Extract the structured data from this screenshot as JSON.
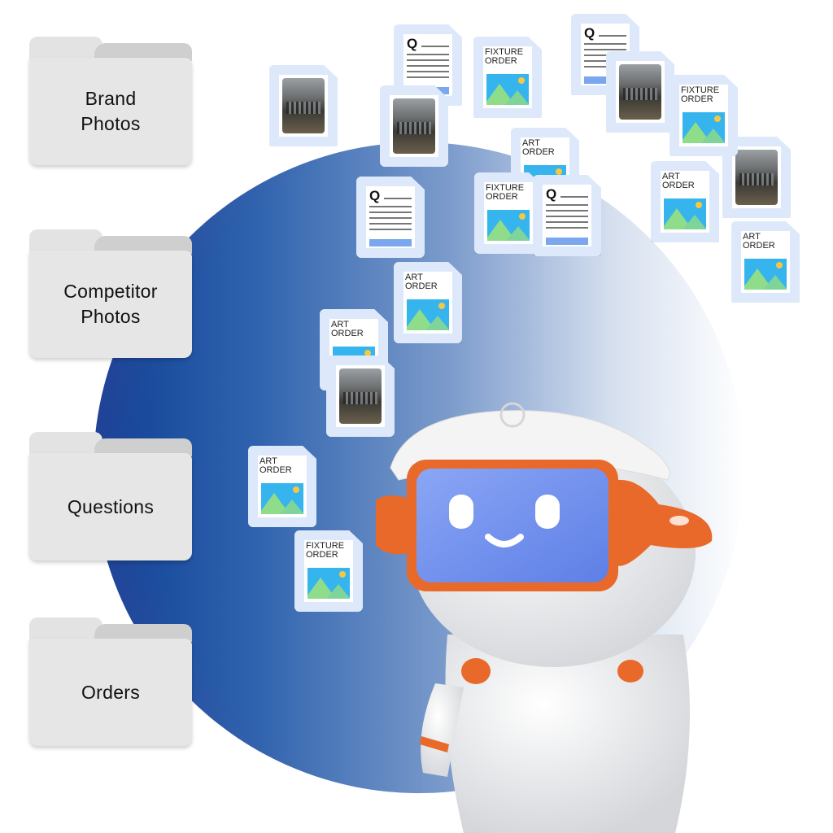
{
  "folders": [
    {
      "label_line1": "Brand",
      "label_line2": "Photos"
    },
    {
      "label_line1": "Competitor",
      "label_line2": "Photos"
    },
    {
      "label_line1": "Questions",
      "label_line2": ""
    },
    {
      "label_line1": "Orders",
      "label_line2": ""
    }
  ],
  "documents": [
    {
      "type": "photo"
    },
    {
      "type": "question",
      "mark": "Q"
    },
    {
      "type": "order",
      "line1": "FIXTURE",
      "line2": "ORDER"
    },
    {
      "type": "photo"
    },
    {
      "type": "question",
      "mark": "Q"
    },
    {
      "type": "photo"
    },
    {
      "type": "order",
      "line1": "ART",
      "line2": "ORDER"
    },
    {
      "type": "order",
      "line1": "FIXTURE",
      "line2": "ORDER"
    },
    {
      "type": "photo"
    },
    {
      "type": "order",
      "line1": "ART",
      "line2": "ORDER"
    },
    {
      "type": "question",
      "mark": "Q"
    },
    {
      "type": "order",
      "line1": "FIXTURE",
      "line2": "ORDER"
    },
    {
      "type": "order",
      "line1": "ART",
      "line2": "ORDER"
    },
    {
      "type": "order",
      "line1": "ART",
      "line2": "ORDER"
    },
    {
      "type": "question",
      "mark": "Q"
    },
    {
      "type": "order",
      "line1": "ART",
      "line2": "ORDER"
    },
    {
      "type": "photo"
    },
    {
      "type": "order",
      "line1": "FIXTURE",
      "line2": "ORDER"
    },
    {
      "type": "order",
      "line1": "ART",
      "line2": "ORDER"
    }
  ],
  "colors": {
    "accent_orange": "#e8692a",
    "screen_blue": "#6f8ff0",
    "circle_blue": "#1a4fa0"
  }
}
